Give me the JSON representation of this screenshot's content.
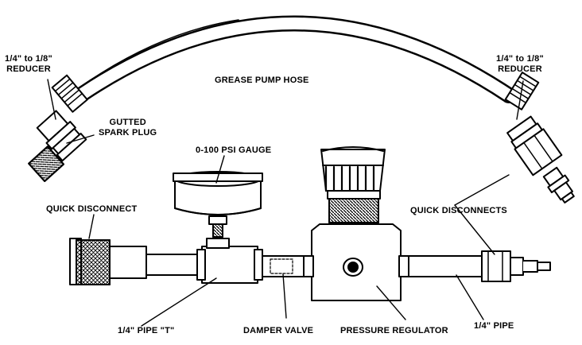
{
  "labels": {
    "reducer_left_line1": "1/4\" to 1/8\"",
    "reducer_left_line2": "REDUCER",
    "hose": "GREASE PUMP HOSE",
    "reducer_right_line1": "1/4\" to 1/8\"",
    "reducer_right_line2": "REDUCER",
    "spark_line1": "GUTTED",
    "spark_line2": "SPARK PLUG",
    "gauge": "0-100 PSI GAUGE",
    "quick_disconnect": "QUICK DISCONNECT",
    "quick_disconnects": "QUICK DISCONNECTS",
    "pipe_t": "1/4\" PIPE \"T\"",
    "damper_valve": "DAMPER VALVE",
    "pressure_regulator": "PRESSURE REGULATOR",
    "pipe": "1/4\" PIPE"
  },
  "colors": {
    "ink": "#000000",
    "paper": "#ffffff"
  }
}
